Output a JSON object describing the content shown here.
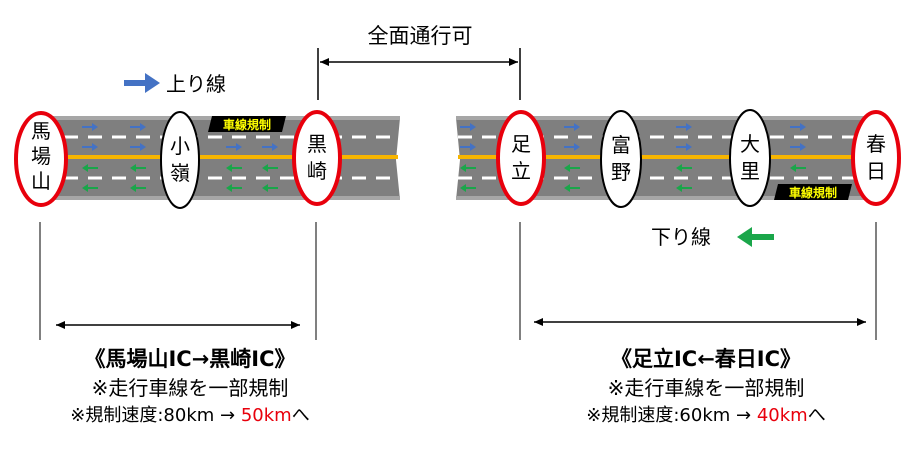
{
  "top_label": "全面通行可",
  "direction_up": {
    "label": "上り線",
    "arrow_color": "#4472c4"
  },
  "direction_down": {
    "label": "下り線",
    "arrow_color": "#1aa64a"
  },
  "restriction_tag": "車線規制",
  "interchanges": {
    "bambayama": [
      "馬",
      "場",
      "山"
    ],
    "kogane": [
      "小",
      "嶺"
    ],
    "kurosaki": [
      "黒",
      "崎"
    ],
    "adachi": [
      "足",
      "立"
    ],
    "tomino": [
      "富",
      "野"
    ],
    "ozato": [
      "大",
      "里"
    ],
    "kasuga": [
      "春",
      "日"
    ]
  },
  "left_section": {
    "title": "《馬場山IC→黒崎IC》",
    "note": "※走行車線を一部規制",
    "speed_prefix": "※規制速度:80km → ",
    "speed_new": "50km",
    "speed_suffix": "へ"
  },
  "right_section": {
    "title": "《足立IC←春日IC》",
    "note": "※走行車線を一部規制",
    "speed_prefix": "※規制速度:60km → ",
    "speed_new": "40km",
    "speed_suffix": "へ"
  },
  "colors": {
    "road": "#7f7f7f",
    "road_edge": "#a6a6a6",
    "center_line": "#f7b500",
    "ic_border_major": "#e8000c",
    "ic_border_minor": "#000000",
    "tag_bg": "#000000",
    "tag_text": "#ffff00",
    "speed_highlight": "#e8000c"
  }
}
